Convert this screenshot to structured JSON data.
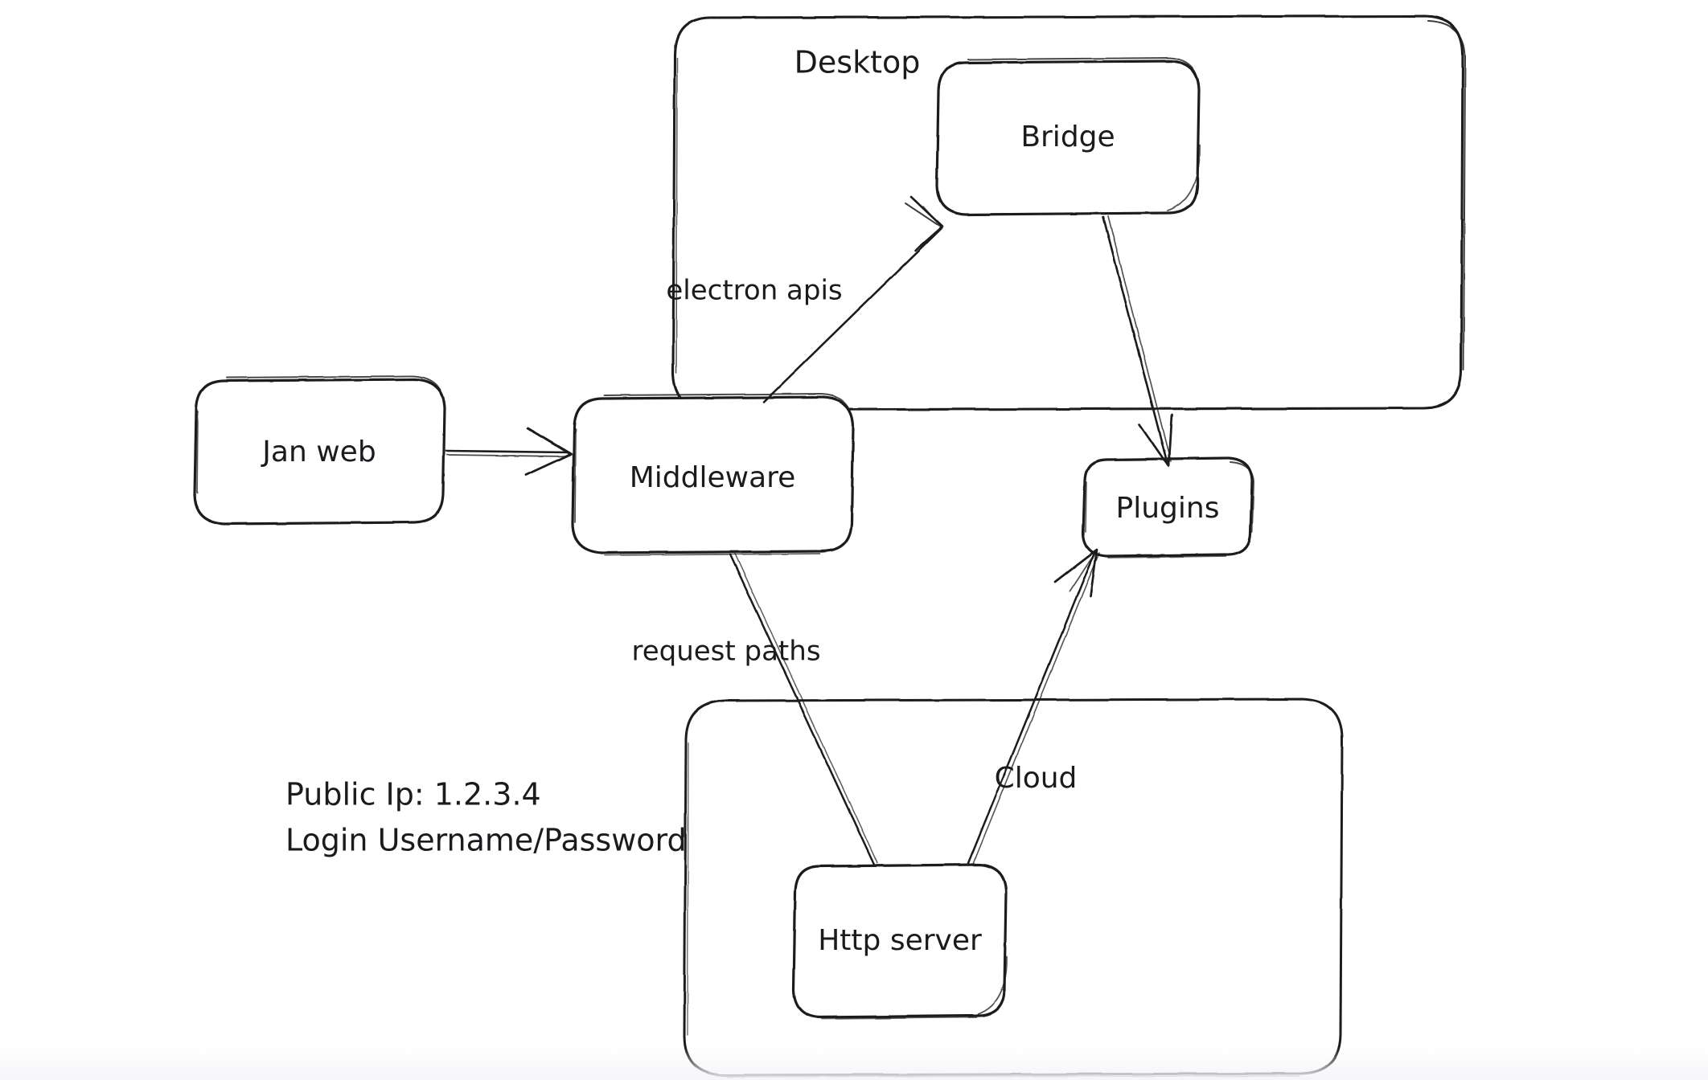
{
  "diagram": {
    "type": "hand-drawn-architecture-diagram",
    "background_color": "#ffffff",
    "stroke_color": "#1b1b1f",
    "containers": [
      {
        "id": "desktop",
        "label": "Desktop"
      },
      {
        "id": "cloud",
        "label": "Cloud"
      }
    ],
    "nodes": [
      {
        "id": "jan-web",
        "label": "Jan web"
      },
      {
        "id": "middleware",
        "label": "Middleware"
      },
      {
        "id": "bridge",
        "label": "Bridge"
      },
      {
        "id": "plugins",
        "label": "Plugins"
      },
      {
        "id": "http-server",
        "label": "Http server"
      }
    ],
    "edges": [
      {
        "from": "jan-web",
        "to": "middleware",
        "label": "",
        "arrow": true
      },
      {
        "from": "middleware",
        "to": "bridge",
        "label": "electron apis",
        "arrow": true
      },
      {
        "from": "bridge",
        "to": "plugins",
        "label": "",
        "arrow": true
      },
      {
        "from": "middleware",
        "to": "http-server",
        "label": "request paths",
        "arrow": false
      },
      {
        "from": "http-server",
        "to": "plugins",
        "label": "",
        "arrow": true
      }
    ],
    "annotations": [
      {
        "id": "edge-label-electron-apis",
        "text": "electron apis"
      },
      {
        "id": "edge-label-request-paths",
        "text": "request paths"
      },
      {
        "id": "note-public-ip",
        "text": "Public Ip: 1.2.3.4"
      },
      {
        "id": "note-login",
        "text": "Login Username/Password"
      }
    ]
  }
}
